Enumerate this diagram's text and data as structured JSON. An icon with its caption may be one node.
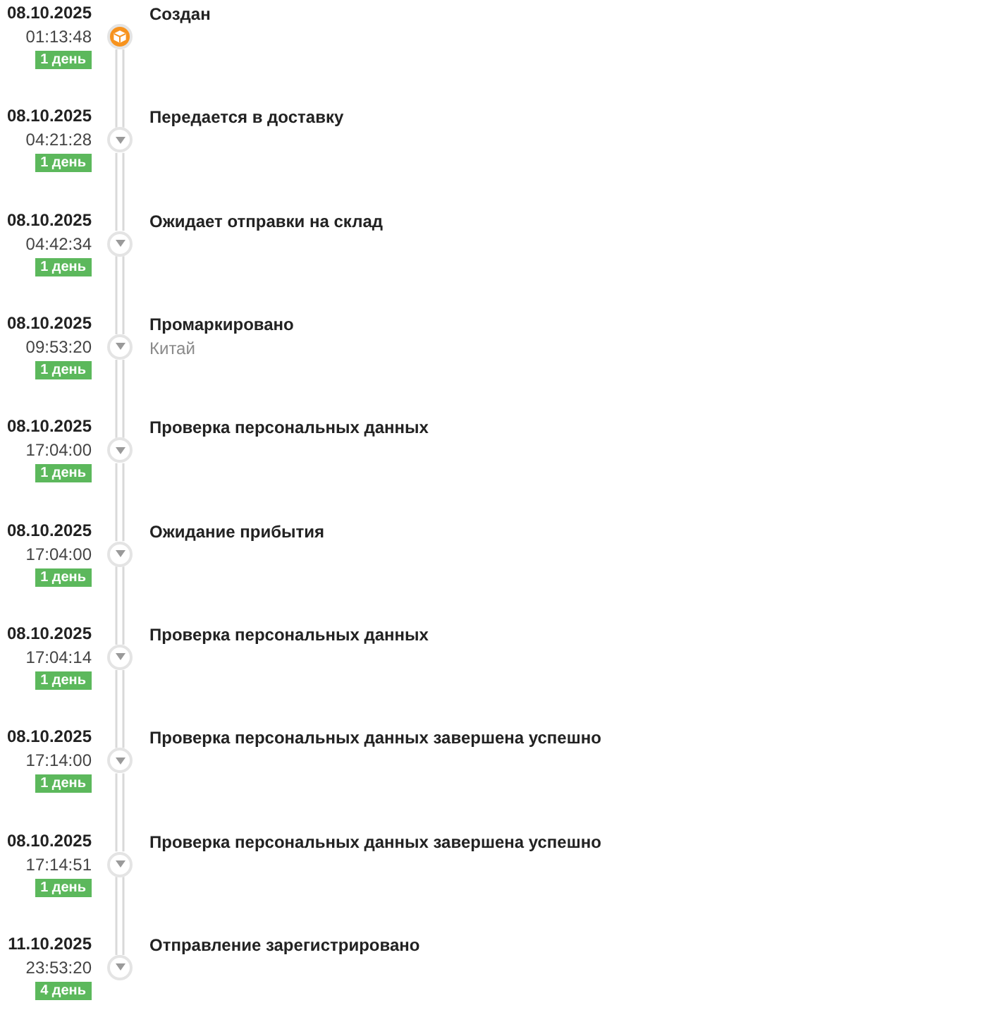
{
  "diagram": {
    "nodes": [
      {
        "text": [
          "1 день"
        ],
        "beside": [
          "08.10.2025",
          "01:13:48"
        ]
      },
      {
        "text": [],
        "shape": "circle",
        "beside": [
          "Создан"
        ]
      },
      {
        "text": [
          "1 день"
        ],
        "beside": [
          "08.10.2025",
          "04:21:28"
        ]
      },
      {
        "text": [],
        "shape": "circle",
        "beside": [
          "Передается в доставку"
        ]
      },
      {
        "text": [
          "1 день"
        ],
        "beside": [
          "08.10.2025",
          "04:42:34"
        ]
      },
      {
        "text": [],
        "shape": "circle",
        "beside": [
          "Ожидает отправки на склад"
        ]
      },
      {
        "text": [
          "1 день"
        ],
        "beside": [
          "08.10.2025",
          "09:53:20"
        ]
      },
      {
        "text": [],
        "shape": "circle",
        "beside": [
          "Промаркировано",
          "Китай"
        ]
      },
      {
        "text": [
          "1 день"
        ],
        "beside": [
          "08.10.2025",
          "17:04:00"
        ]
      },
      {
        "text": [],
        "shape": "circle",
        "beside": [
          "Проверка персональных данных"
        ]
      },
      {
        "text": [
          "1 день"
        ],
        "beside": [
          "08.10.2025",
          "17:04:00"
        ]
      },
      {
        "text": [],
        "shape": "circle",
        "beside": [
          "Ожидание прибытия"
        ]
      },
      {
        "text": [
          "1 день"
        ],
        "beside": [
          "08.10.2025",
          "17:04:14"
        ]
      },
      {
        "text": [],
        "shape": "circle",
        "beside": [
          "Проверка персональных данных"
        ]
      },
      {
        "text": [
          "1 день"
        ],
        "beside": [
          "08.10.2025",
          "17:14:00"
        ]
      },
      {
        "text": [],
        "shape": "circle",
        "beside": [
          "Проверка персональных данных завершена успешно"
        ]
      },
      {
        "text": [
          "1 день"
        ],
        "beside": [
          "08.10.2025",
          "17:14:51"
        ]
      },
      {
        "text": [],
        "shape": "circle",
        "beside": [
          "Проверка персональных данных завершена успешно"
        ]
      },
      {
        "text": [
          "4 день"
        ],
        "beside": [
          "11.10.2025",
          "23:53:20"
        ]
      },
      {
        "text": [],
        "shape": "circle",
        "beside": [
          "Отправление зарегистрировано"
        ]
      }
    ],
    "edges": [
      {
        "from": 1,
        "to": 3,
        "arrow": "none"
      },
      {
        "from": 3,
        "to": 5,
        "arrow": "none"
      },
      {
        "from": 5,
        "to": 7,
        "arrow": "none"
      },
      {
        "from": 7,
        "to": 9,
        "arrow": "none"
      },
      {
        "from": 9,
        "to": 11,
        "arrow": "none"
      },
      {
        "from": 11,
        "to": 13,
        "arrow": "none"
      },
      {
        "from": 13,
        "to": 15,
        "arrow": "none"
      },
      {
        "from": 15,
        "to": 17,
        "arrow": "none"
      },
      {
        "from": 17,
        "to": 19,
        "arrow": "none"
      }
    ]
  }
}
